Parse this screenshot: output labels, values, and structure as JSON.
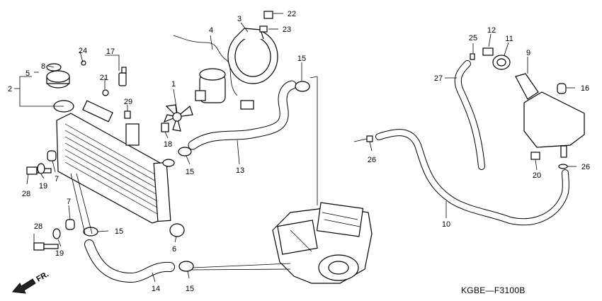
{
  "diagram_code": "KGBE—F3100B",
  "direction_label": "FR.",
  "callouts": {
    "c1": "1",
    "c2": "2",
    "c3": "3",
    "c4": "4",
    "c5": "5",
    "c6": "6",
    "c7a": "7",
    "c7b": "7",
    "c8": "8",
    "c9": "9",
    "c10": "10",
    "c11": "11",
    "c12": "12",
    "c13": "13",
    "c14": "14",
    "c15a": "15",
    "c15b": "15",
    "c15c": "15",
    "c15d": "15",
    "c16": "16",
    "c17": "17",
    "c18": "18",
    "c19a": "19",
    "c19b": "19",
    "c20": "20",
    "c21": "21",
    "c22": "22",
    "c23": "23",
    "c24": "24",
    "c25": "25",
    "c26a": "26",
    "c26b": "26",
    "c27": "27",
    "c28a": "28",
    "c28b": "28",
    "c29": "29"
  },
  "icons": {
    "direction": "front-arrow-icon"
  }
}
